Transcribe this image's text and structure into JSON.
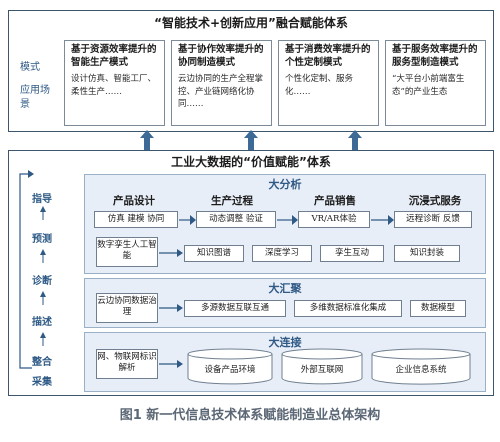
{
  "top": {
    "title": "“智能技术+创新应用”融合赋能体系",
    "side_label_1": "模式",
    "side_label_2": "应用场景",
    "modes": [
      {
        "title": "基于资源效率提升的智能生产模式",
        "body": "设计仿真、智能工厂、柔性生产……"
      },
      {
        "title": "基于协作效率提升的协同制造模式",
        "body": "云边协同的生产全程掌控、产业链网络化协同……"
      },
      {
        "title": "基于消费效率提升的个性定制模式",
        "body": "个性化定制、服务化……"
      },
      {
        "title": "基于服务效率提升的服务型制造模式",
        "body": "“大平台小前端富生态”的产业生态"
      }
    ]
  },
  "bottom": {
    "title": "工业大数据的“价值赋能”体系",
    "chain": [
      "指导",
      "预测",
      "诊断",
      "描述",
      "整合",
      "采集"
    ],
    "analysis": {
      "title": "大分析",
      "stages": [
        "产品设计",
        "生产过程",
        "产品销售",
        "沉浸式服务"
      ],
      "stage_items": [
        "仿真 建模 协同",
        "动态调整 验证",
        "VR/AR体验",
        "远程诊断 反馈"
      ],
      "left_box": "数字孪生人工智能",
      "tools": [
        "知识图谱",
        "深度学习",
        "孪生互动",
        "知识封装"
      ]
    },
    "aggregation": {
      "title": "大汇聚",
      "left_box": "云边协同数据治理",
      "items": [
        "多源数据互联互通",
        "多维数据标准化集成",
        "数据模型"
      ]
    },
    "connection": {
      "title": "大连接",
      "left_box": "网、物联网标识解析",
      "items": [
        "设备产品环境",
        "外部互联网",
        "企业信息系统"
      ]
    }
  },
  "caption": "图1 新一代信息技术体系赋能制造业总体架构",
  "colors": {
    "accent": "#2f5a86",
    "panel": "#e8eef7",
    "frame": "#3d566e"
  }
}
